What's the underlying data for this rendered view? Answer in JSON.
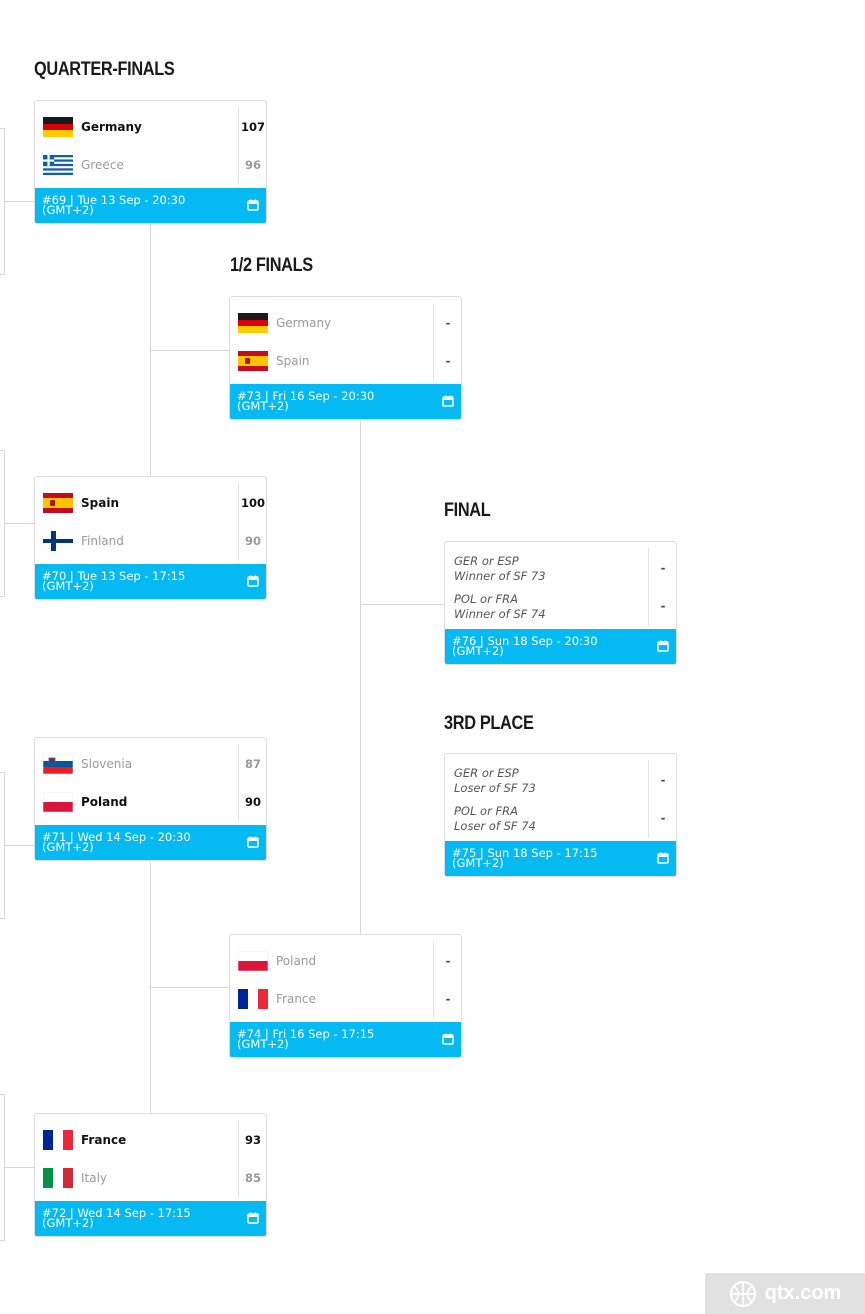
{
  "headings": {
    "quarter_finals": "QUARTER-FINALS",
    "semi_finals": "1/2 FINALS",
    "final": "FINAL",
    "third_place": "3RD PLACE"
  },
  "games": {
    "g69": {
      "team1": {
        "name": "Germany",
        "score": "107",
        "flag": "germany",
        "winner": true
      },
      "team2": {
        "name": "Greece",
        "score": "96",
        "flag": "greece",
        "winner": false
      },
      "schedule": "#69 | Tue 13 Sep - 20:30",
      "timezone": "(GMT+2)"
    },
    "g70": {
      "team1": {
        "name": "Spain",
        "score": "100",
        "flag": "spain",
        "winner": true
      },
      "team2": {
        "name": "Finland",
        "score": "90",
        "flag": "finland",
        "winner": false
      },
      "schedule": "#70 | Tue 13 Sep - 17:15",
      "timezone": "(GMT+2)"
    },
    "g71": {
      "team1": {
        "name": "Slovenia",
        "score": "87",
        "flag": "slovenia",
        "winner": false
      },
      "team2": {
        "name": "Poland",
        "score": "90",
        "flag": "poland",
        "winner": true
      },
      "schedule": "#71 | Wed 14 Sep - 20:30",
      "timezone": "(GMT+2)"
    },
    "g72": {
      "team1": {
        "name": "France",
        "score": "93",
        "flag": "france",
        "winner": true
      },
      "team2": {
        "name": "Italy",
        "score": "85",
        "flag": "italy",
        "winner": false
      },
      "schedule": "#72 | Wed 14 Sep - 17:15",
      "timezone": "(GMT+2)"
    },
    "g73": {
      "team1": {
        "name": "Germany",
        "score": "-",
        "flag": "germany"
      },
      "team2": {
        "name": "Spain",
        "score": "-",
        "flag": "spain"
      },
      "schedule": "#73 | Fri 16 Sep - 20:30",
      "timezone": "(GMT+2)"
    },
    "g74": {
      "team1": {
        "name": "Poland",
        "score": "-",
        "flag": "poland"
      },
      "team2": {
        "name": "France",
        "score": "-",
        "flag": "france"
      },
      "schedule": "#74 | Fri 16 Sep - 17:15",
      "timezone": "(GMT+2)"
    },
    "g76": {
      "team1": {
        "teams": "GER or ESP",
        "note": "Winner of SF 73",
        "score": "-"
      },
      "team2": {
        "teams": "POL or FRA",
        "note": "Winner of SF 74",
        "score": "-"
      },
      "schedule": "#76 | Sun 18 Sep - 20:30",
      "timezone": "(GMT+2)"
    },
    "g75": {
      "team1": {
        "teams": "GER or ESP",
        "note": "Loser of SF 73",
        "score": "-"
      },
      "team2": {
        "teams": "POL or FRA",
        "note": "Loser of SF 74",
        "score": "-"
      },
      "schedule": "#75 | Sun 18 Sep - 17:15",
      "timezone": "(GMT+2)"
    }
  },
  "colors": {
    "footer_blue": "#05b9f3",
    "connector_gray": "#d6d6d6"
  },
  "icons": {
    "calendar": "calendar-icon",
    "watermark_logo": "basketball-logo"
  },
  "watermark": {
    "text": "qtx.com"
  }
}
